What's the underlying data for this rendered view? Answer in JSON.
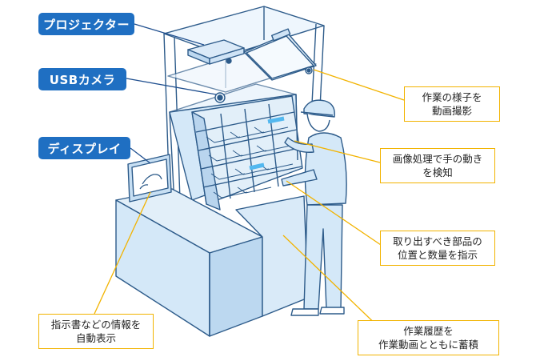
{
  "device_labels": {
    "projector": "プロジェクター",
    "usb_camera": "USBカメラ",
    "display": "ディスプレイ"
  },
  "callouts": {
    "record_work": [
      "作業の様子を",
      "動画撮影"
    ],
    "detect_hands": [
      "画像処理で手の動き",
      "を検知"
    ],
    "indicate_parts": [
      "取り出すべき部品の",
      "位置と数量を指示"
    ],
    "store_history": [
      "作業履歴を",
      "作業動画とともに蓄積"
    ],
    "show_instructions": [
      "指示書などの情報を",
      "自動表示"
    ]
  },
  "colors": {
    "label_bg": "#1f6fc2",
    "leader_blue": "#1f4f8f",
    "leader_yellow": "#f2b300",
    "fixture_fill": "#d4e8f8",
    "fixture_stroke": "#2d5b8a",
    "highlight": "#53b8ef"
  }
}
